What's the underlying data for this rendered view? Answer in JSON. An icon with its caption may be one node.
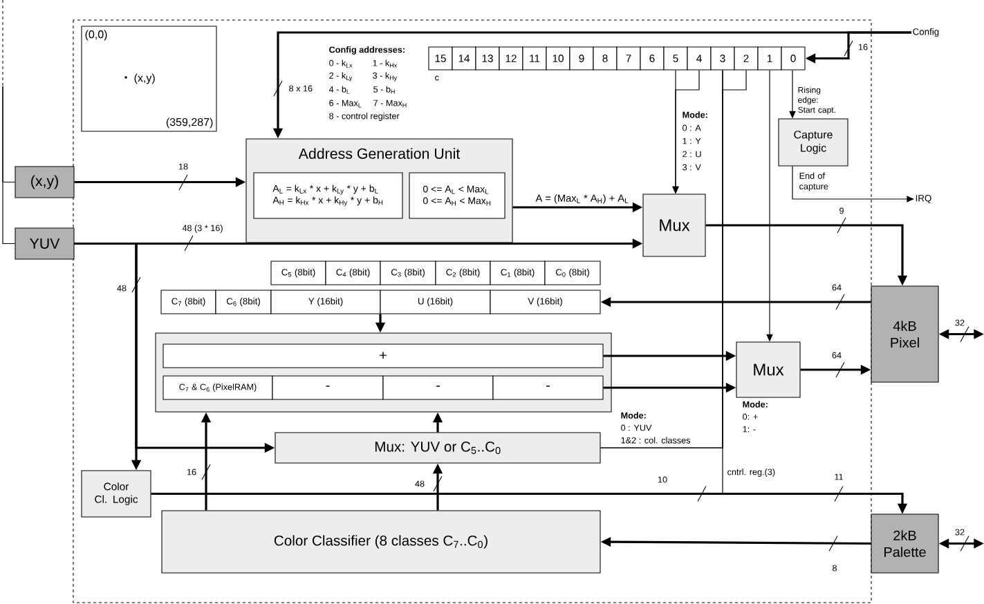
{
  "diagram": {
    "nodes": [
      {
        "text": [
          "(0,0)",
          "(x,y)",
          "(359,287)"
        ]
      },
      {
        "text": [
          "Address Generation Unit"
        ]
      },
      {
        "text": [
          "A$_{L}$ = k$_{Lx}$ * x + k$_{Ly}$ * y + b$_{L}$",
          "A$_{H}$ = k$_{Hx}$ * x + k$_{Hy}$ * y + b$_{H}$"
        ],
        "in": 1
      },
      {
        "text": [
          "0 <= A$_{L}$ < Max$_{L}$",
          "0 <= A$_{H}$ < Max$_{H}$"
        ],
        "in": 1
      },
      {
        "text": [
          "15"
        ]
      },
      {
        "text": [
          "14"
        ]
      },
      {
        "text": [
          "13"
        ]
      },
      {
        "text": [
          "12"
        ]
      },
      {
        "text": [
          "11"
        ]
      },
      {
        "text": [
          "10"
        ]
      },
      {
        "text": [
          "9"
        ]
      },
      {
        "text": [
          "8"
        ]
      },
      {
        "text": [
          "7"
        ]
      },
      {
        "text": [
          "6"
        ]
      },
      {
        "text": [
          "5"
        ]
      },
      {
        "text": [
          "4"
        ]
      },
      {
        "text": [
          "3"
        ]
      },
      {
        "text": [
          "2"
        ]
      },
      {
        "text": [
          "1"
        ]
      },
      {
        "text": [
          "0"
        ]
      },
      {
        "text": [
          "Capture Logic"
        ]
      },
      {
        "text": [
          "(x,y)"
        ]
      },
      {
        "text": [
          "YUV"
        ]
      },
      {
        "text": [
          "Mux"
        ]
      },
      {
        "text": [
          "4kB Pixel"
        ]
      },
      {
        "text": [
          "C$_{5}$ (8bit)"
        ]
      },
      {
        "text": [
          "C$_{4}$ (8bit)"
        ]
      },
      {
        "text": [
          "C$_{3}$ (8bit)"
        ]
      },
      {
        "text": [
          "C$_{2}$ (8bit)"
        ]
      },
      {
        "text": [
          "C$_{1}$ (8bit)"
        ]
      },
      {
        "text": [
          "C$_{0}$ (8bit)"
        ]
      },
      {
        "text": [
          "C$_{7}$ (8bit)"
        ]
      },
      {
        "text": [
          "C$_{6}$ (8bit)"
        ]
      },
      {
        "text": [
          "Y (16bit)"
        ]
      },
      {
        "text": [
          "U (16bit)"
        ]
      },
      {
        "text": [
          "V (16bit)"
        ]
      },
      {
        "text": [],
        "shape": "box"
      },
      {
        "text": [
          "+"
        ],
        "in": 36
      },
      {
        "text": [
          "C$_{7}$ & C$_{6}$ (PixelRAM)"
        ],
        "in": 36
      },
      {
        "text": [
          "-"
        ],
        "in": 36
      },
      {
        "text": [
          "-"
        ],
        "in": 36
      },
      {
        "text": [
          "-"
        ],
        "in": 36
      },
      {
        "text": [
          "Mux"
        ],
        "beside": [
          "Mode:",
          "0: +",
          "1: -"
        ]
      },
      {
        "text": [
          "Mux: YUV or C$_{5}$..C$_{0}$"
        ]
      },
      {
        "text": [
          "Color Cl. Logic"
        ]
      },
      {
        "text": [
          "Color Classifier (8 classes C$_{7}$..C$_{0}$)"
        ]
      },
      {
        "text": [
          "2kB Palette"
        ]
      },
      {
        "text": [
          "Config"
        ]
      },
      {
        "text": [
          "IRQ"
        ]
      }
    ],
    "edges": [
      {
        "from": 47,
        "to": 1,
        "arrow": "to",
        "label": "8 x 16"
      },
      {
        "from": 47,
        "to": 19,
        "arrow": "to",
        "label": "16"
      },
      {
        "from": null,
        "to": 21,
        "arrow": "none"
      },
      {
        "from": null,
        "to": 22,
        "arrow": "none"
      },
      {
        "from": 21,
        "to": 1,
        "arrow": "to",
        "label": "18"
      },
      {
        "from": 1,
        "to": 23,
        "arrow": "to",
        "label": "A = (Max$_{L}$ * A$_{H}$) + A$_{L}$"
      },
      {
        "from": 22,
        "to": 23,
        "arrow": "to",
        "label": "48 (3 * 16)"
      },
      {
        "from": 22,
        "to": 44,
        "arrow": "to",
        "label": "48"
      },
      {
        "from": 22,
        "to": 43,
        "arrow": "to"
      },
      {
        "from": 14,
        "to": 23,
        "arrow": "to"
      },
      {
        "from": 15,
        "to": 23,
        "arrow": "to"
      },
      {
        "from": 16,
        "to": 43,
        "arrow": "none"
      },
      {
        "from": 17,
        "to": 43,
        "arrow": "none"
      },
      {
        "from": 16,
        "to": 46,
        "arrow": "to",
        "label": "cntrl. reg.(3)"
      },
      {
        "from": 18,
        "to": 42,
        "arrow": "to"
      },
      {
        "from": 19,
        "to": 20,
        "arrow": "to",
        "label": "Rising edge: Start capt."
      },
      {
        "from": 20,
        "to": 48,
        "arrow": "to",
        "label": "End of capture"
      },
      {
        "from": 23,
        "to": 24,
        "arrow": "to",
        "label": "9"
      },
      {
        "from": 24,
        "to": 35,
        "arrow": "to",
        "label": "64"
      },
      {
        "from": 33,
        "to": 36,
        "arrow": "to"
      },
      {
        "from": 37,
        "to": 42,
        "arrow": "to"
      },
      {
        "from": 41,
        "to": 42,
        "arrow": "to"
      },
      {
        "from": 42,
        "to": 24,
        "arrow": "to",
        "label": "64"
      },
      {
        "from": 24,
        "to": null,
        "arrow": "both",
        "label": "32"
      },
      {
        "from": 43,
        "to": 36,
        "arrow": "to"
      },
      {
        "from": 45,
        "to": 43,
        "arrow": "to",
        "label": "48"
      },
      {
        "from": 45,
        "to": 36,
        "arrow": "to",
        "label": "16"
      },
      {
        "from": 44,
        "to": 46,
        "arrow": "to",
        "label": "10"
      },
      {
        "from": 46,
        "to": 45,
        "arrow": "to",
        "label": "8"
      },
      {
        "from": 46,
        "to": null,
        "arrow": "both",
        "label": "32"
      }
    ],
    "labels": [
      "c",
      "Config addresses:",
      "0 - k$_{Lx}$",
      "1 - k$_{Hx}$",
      "2 - k$_{Ly}$",
      "3 - k$_{Hy}$",
      "4 - b$_{L}$",
      "5 - b$_{H}$",
      "6 - Max$_{L}$",
      "7 - Max$_{H}$",
      "8 - control register",
      "Mode:",
      "0 : A",
      "1 : Y",
      "2 : U",
      "3 : V",
      "Mode:",
      "0 : YUV",
      "1&2 : col. classes",
      "11"
    ]
  }
}
